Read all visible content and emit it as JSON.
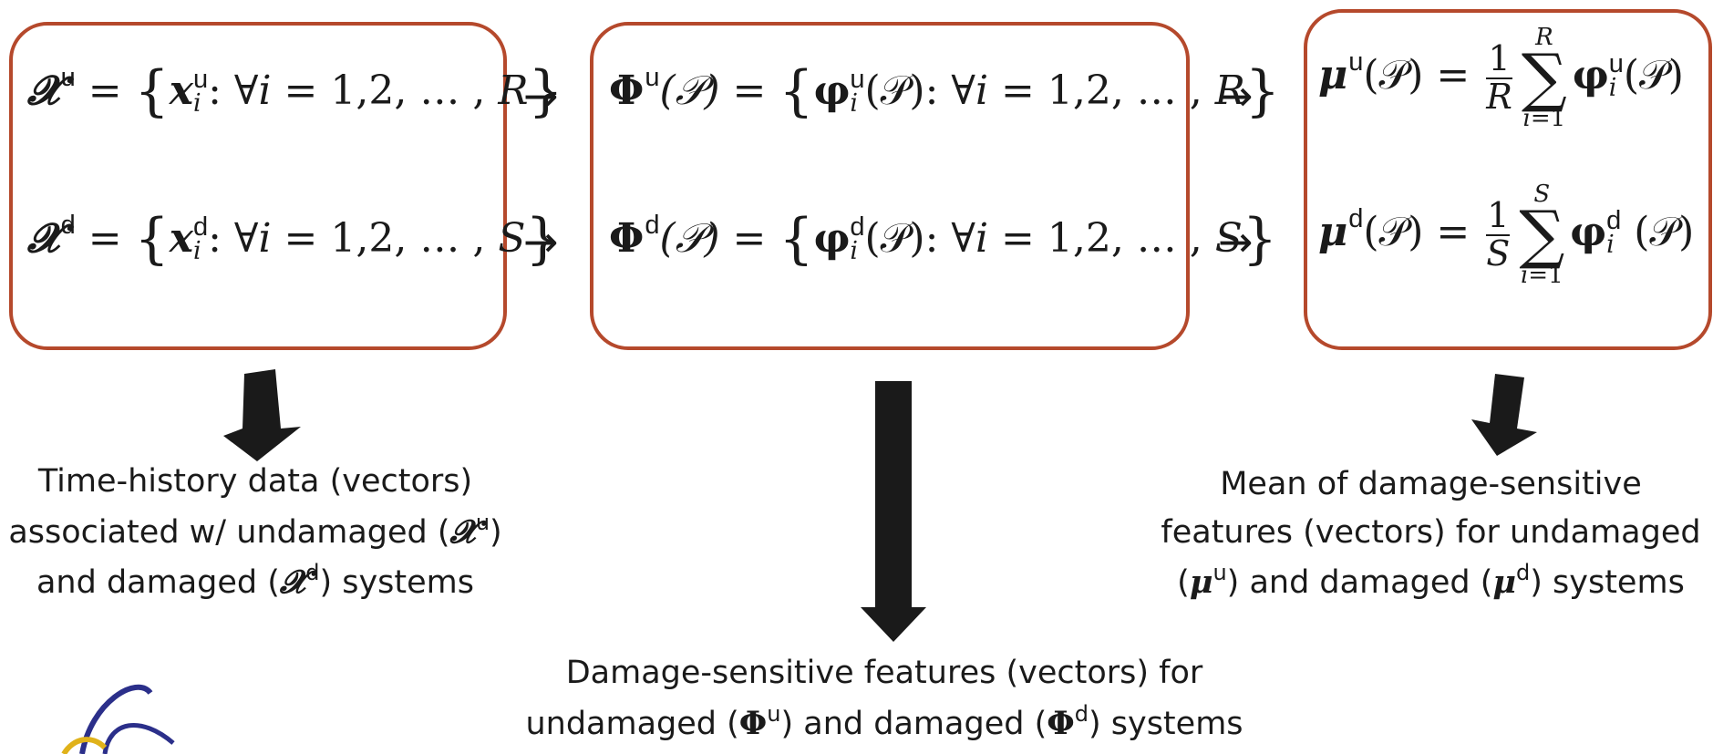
{
  "equations": {
    "x_u": {
      "sym": "𝓧",
      "sup": "u",
      "set_open": "{",
      "elem": "𝒙",
      "sup2": "u",
      "sub": "i",
      "cond": ": ∀",
      "cond_var": "i",
      "range": " = 1,2, … , ",
      "end": "R",
      "set_close": "}"
    },
    "x_d": {
      "sym": "𝓧",
      "sup": "d",
      "set_open": "{",
      "elem": "𝒙",
      "sup2": "d",
      "sub": "i",
      "cond": ": ∀",
      "cond_var": "i",
      "range": " = 1,2, … , ",
      "end": "S",
      "set_close": "}"
    },
    "phi_u": {
      "sym": "𝚽",
      "sup": "u",
      "arg": "(𝒫) = ",
      "set_open": "{",
      "elem": "𝛗",
      "sup2": "u",
      "sub": "i",
      "arg2": "(𝒫): ∀",
      "cond_var": "i",
      "range": " = 1,2, … , ",
      "end": "R",
      "set_close": "}"
    },
    "phi_d": {
      "sym": "𝚽",
      "sup": "d",
      "arg": "(𝒫) = ",
      "set_open": "{",
      "elem": "𝛗",
      "sup2": "d",
      "sub": "i",
      "arg2": "(𝒫): ∀",
      "cond_var": "i",
      "range": " = 1,2, … , ",
      "end": "S",
      "set_close": "}"
    },
    "mu_u": {
      "sym": "𝝁",
      "sup": "u",
      "arg": "(𝒫) = ",
      "num": "1",
      "den": "R",
      "sum_top": "R",
      "sum_sym": "∑",
      "sum_bot": "i=1",
      "elem": "𝛗",
      "sup2": "u",
      "sub": "i",
      "arg2": "(𝒫)"
    },
    "mu_d": {
      "sym": "𝝁",
      "sup": "d",
      "arg": "(𝒫) = ",
      "num": "1",
      "den": "S",
      "sum_top": "S",
      "sum_sym": "∑",
      "sum_bot": "i=1",
      "elem": "𝛗",
      "sup2": "d",
      "sub": "i",
      "arg2": " (𝒫)"
    }
  },
  "arrow_glyph": "→",
  "captions": {
    "left": {
      "line1": "Time-history data (vectors)",
      "line2_a": "associated w/ undamaged (",
      "line2_sym": "𝓧",
      "line2_sup": "u",
      "line2_b": ")",
      "line3_a": "and damaged (",
      "line3_sym": "𝓧",
      "line3_sup": "d",
      "line3_b": ") systems"
    },
    "middle": {
      "line1": "Damage-sensitive features (vectors) for",
      "line2_a": "undamaged (",
      "line2_sym1": "𝚽",
      "line2_sup1": "u",
      "line2_b": ") and damaged (",
      "line2_sym2": "𝚽",
      "line2_sup2": "d",
      "line2_c": ") systems"
    },
    "right": {
      "line1": "Mean of damage-sensitive",
      "line2": "features (vectors) for undamaged",
      "line3_a": "(",
      "line3_sym1": "𝝁",
      "line3_sup1": "u",
      "line3_b": ") and damaged (",
      "line3_sym2": "𝝁",
      "line3_sup2": "d",
      "line3_c": ") systems"
    }
  },
  "colors": {
    "box_border": "#b5492c",
    "arrow_fill": "#1a1a1a",
    "logo_blue": "#2b2f8a",
    "logo_yellow": "#e0b21a"
  },
  "logo": {
    "icon": "partial-logo-icon"
  }
}
